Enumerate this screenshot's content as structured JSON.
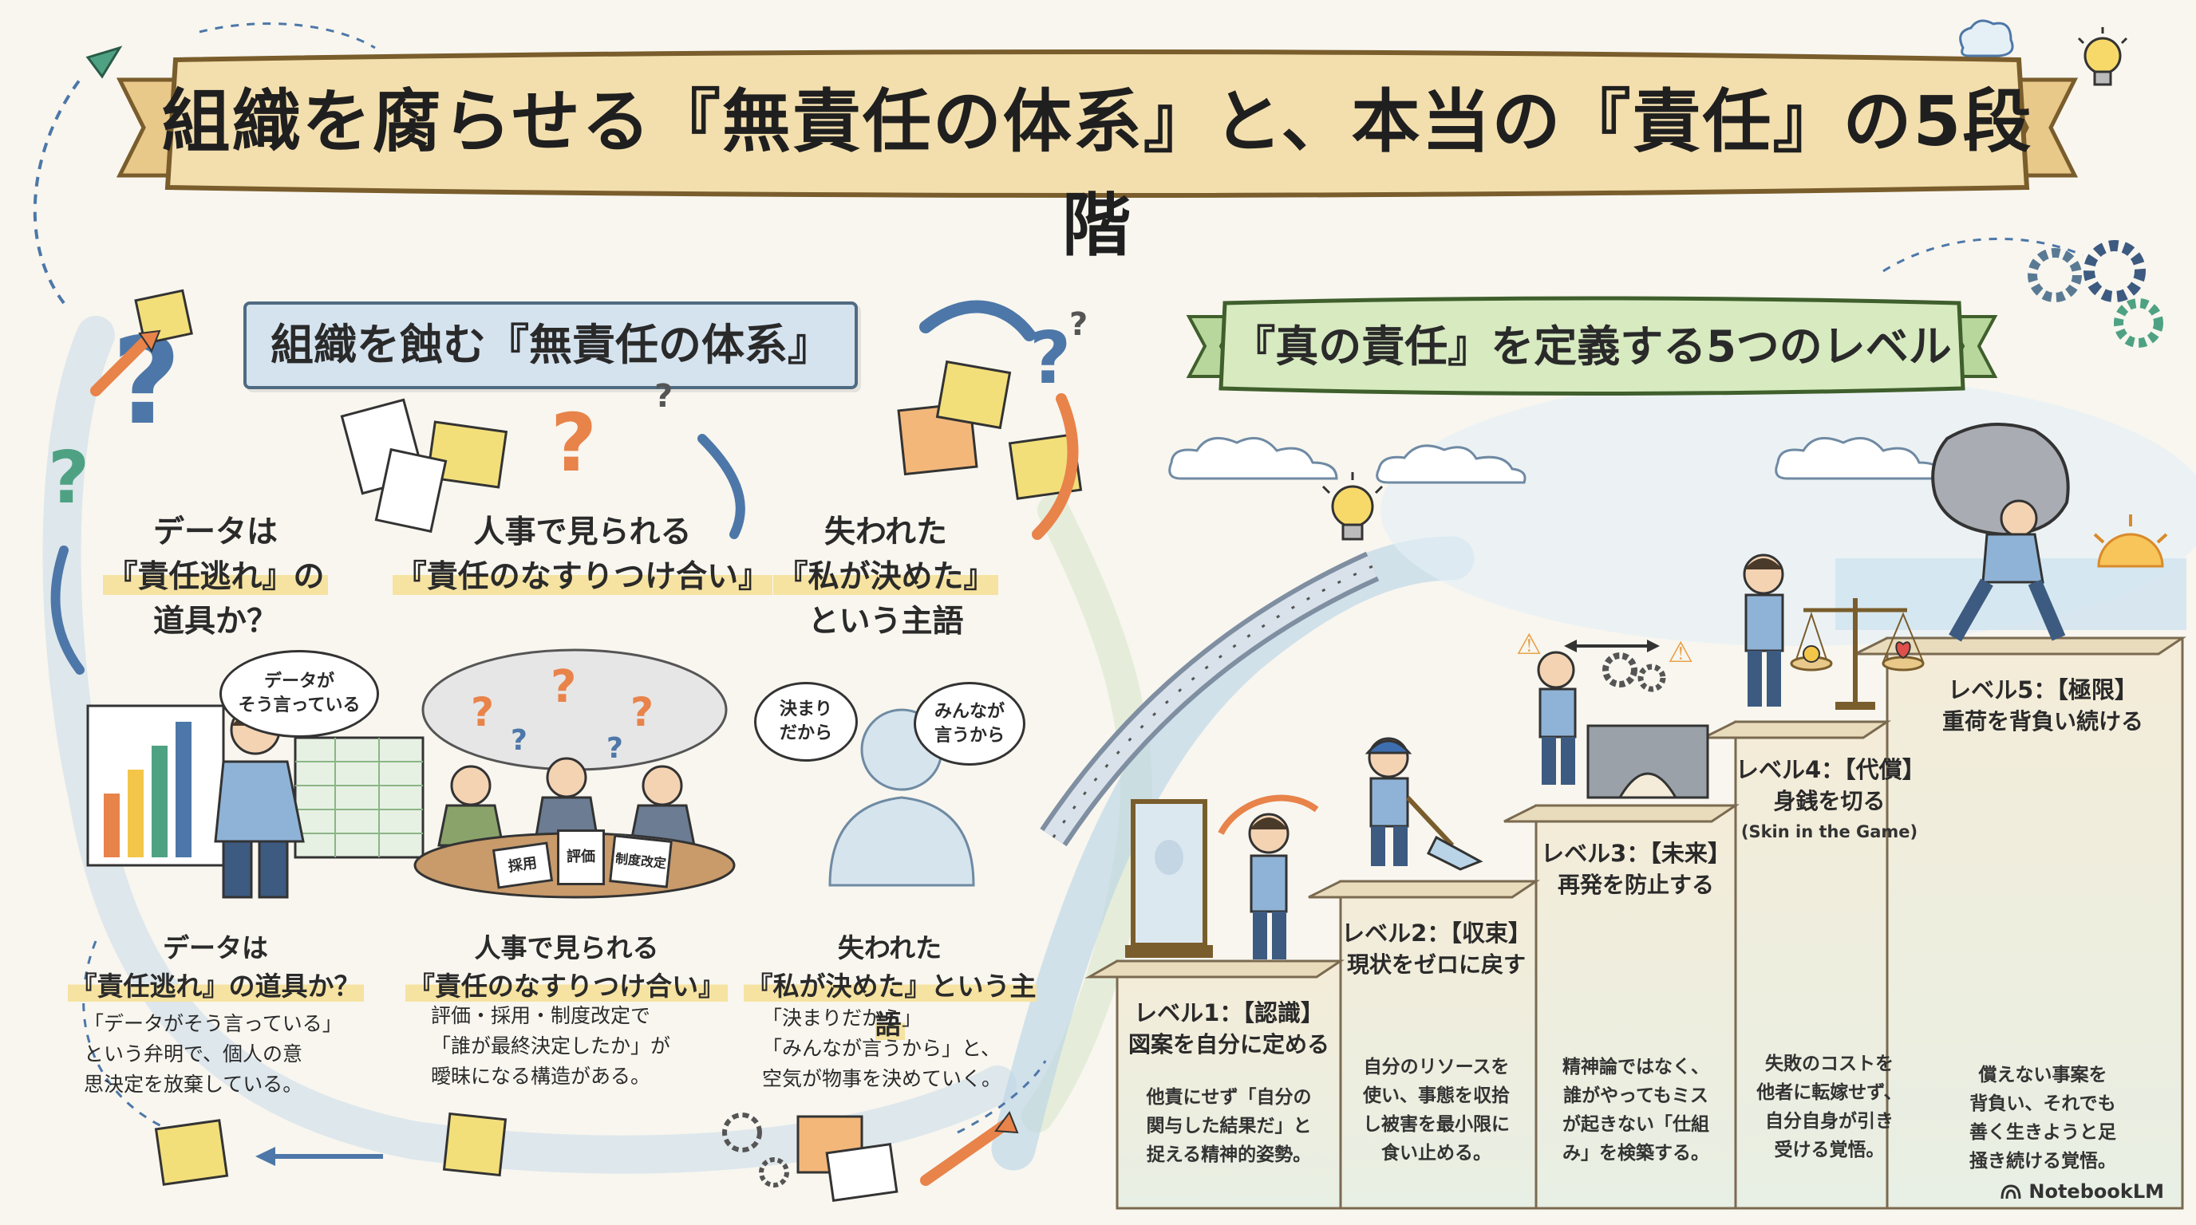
{
  "title": "組織を腐らせる『無責任の体系』と、本当の『責任』の5段階",
  "left_section": {
    "header": "組織を蝕む『無責任の体系』",
    "panels": [
      {
        "question": [
          "データは",
          "『責任逃れ』の",
          "道具か？"
        ],
        "bubbles": [
          "データが",
          "そう言っている"
        ],
        "title": [
          "データは",
          "『責任逃れ』の道具か？"
        ],
        "desc": [
          "「データがそう言っている」",
          "という弁明で、個人の意",
          "思決定を放棄している。"
        ]
      },
      {
        "question": [
          "人事で見られる",
          "『責任のなすりつけ合い』"
        ],
        "papers": [
          "採用",
          "評価",
          "制度改定"
        ],
        "title": [
          "人事で見られる",
          "『責任のなすりつけ合い』"
        ],
        "desc": [
          "評価・採用・制度改定で",
          "「誰が最終決定したか」が",
          "曖昧になる構造がある。"
        ]
      },
      {
        "question": [
          "失われた",
          "『私が決めた』",
          "という主語"
        ],
        "bubbles": [
          [
            "決まり",
            "だから"
          ],
          [
            "みんなが",
            "言うから"
          ]
        ],
        "title": [
          "失われた",
          "『私が決めた』という主語"
        ],
        "desc": [
          "「決まりだから」",
          "「みんなが言うから」と、",
          "空気が物事を決めていく。"
        ]
      }
    ]
  },
  "right_section": {
    "header": "『真の責任』を定義する5つのレベル",
    "levels": [
      {
        "head": "レベル1：【認識】",
        "sub": [
          "図案を自分に定める"
        ],
        "desc": [
          "他責にせず「自分の",
          "関与した結果だ」と",
          "捉える精神的姿勢。"
        ]
      },
      {
        "head": "レベル2：【収束】",
        "sub": [
          "現状をゼロに戻す"
        ],
        "desc": [
          "自分のリソースを",
          "使い、事態を収拾",
          "し被害を最小限に",
          "食い止める。"
        ]
      },
      {
        "head": "レベル3：【未来】",
        "sub": [
          "再発を防止する"
        ],
        "desc": [
          "精神論ではなく、",
          "誰がやってもミス",
          "が起きない「仕組",
          "み」を検築する。"
        ]
      },
      {
        "head": "レベル4：【代償】",
        "sub": [
          "身銭を切る",
          "(Skin in the Game)"
        ],
        "desc": [
          "失敗のコストを",
          "他者に転嫁せず、",
          "自分自身が引き",
          "受ける覚悟。"
        ]
      },
      {
        "head": "レベル5：【極限】",
        "sub": [
          "重荷を背負い続ける"
        ],
        "desc": [
          "償えない事案を",
          "背負い、それでも",
          "善く生きようと足",
          "掻き続ける覚悟。"
        ]
      }
    ]
  },
  "brand": "NotebookLM",
  "colors": {
    "banner": "#f3dfae",
    "banner_edge": "#7a5d2c",
    "left_header_bg": "#d5e3ef",
    "right_banner": "#d7eac0",
    "highlight": "#f6e3a2",
    "step": "#f4ecd8",
    "accent_orange": "#e8834a",
    "accent_blue": "#4d77a8",
    "accent_green": "#4ea283"
  }
}
